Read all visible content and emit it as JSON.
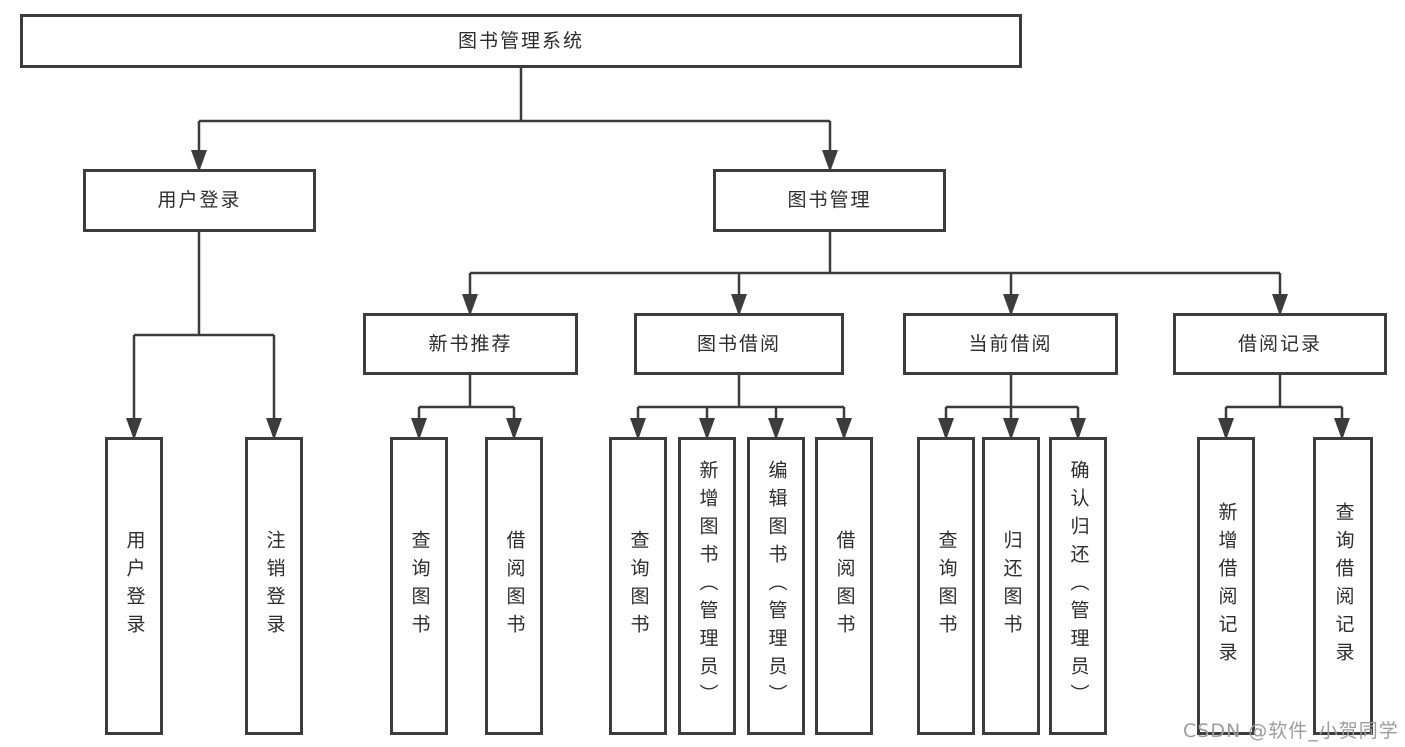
{
  "colors": {
    "line": "#3c3c3c",
    "text": "#2d2d2d",
    "box_fill": "#ffffff",
    "background": "#ffffff",
    "watermark": "#9c9c9c"
  },
  "watermark": "CSDN @软件_小贺同学",
  "tree": {
    "label": "图书管理系统",
    "children": [
      {
        "label": "用户登录",
        "children": [
          {
            "label": "用户登录"
          },
          {
            "label": "注销登录"
          }
        ]
      },
      {
        "label": "图书管理",
        "children": [
          {
            "label": "新书推荐",
            "children": [
              {
                "label": "查询图书"
              },
              {
                "label": "借阅图书"
              }
            ]
          },
          {
            "label": "图书借阅",
            "children": [
              {
                "label": "查询图书"
              },
              {
                "label": "新增图书（管理员）"
              },
              {
                "label": "编辑图书（管理员）"
              },
              {
                "label": "借阅图书"
              }
            ]
          },
          {
            "label": "当前借阅",
            "children": [
              {
                "label": "查询图书"
              },
              {
                "label": "归还图书"
              },
              {
                "label": "确认归还（管理员）"
              }
            ]
          },
          {
            "label": "借阅记录",
            "children": [
              {
                "label": "新增借阅记录"
              },
              {
                "label": "查询借阅记录"
              }
            ]
          }
        ]
      }
    ]
  }
}
